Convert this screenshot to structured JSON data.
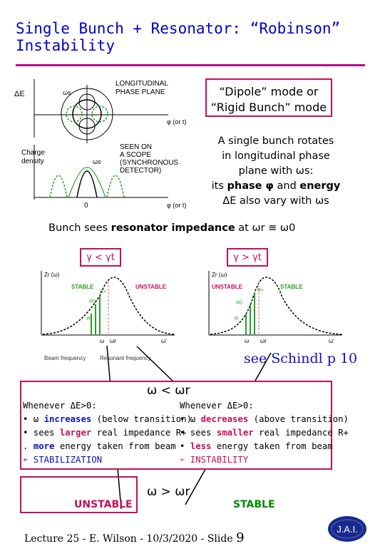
{
  "title": {
    "line1": "Single Bunch + Resonator: “Robinson”",
    "line2": "Instability"
  },
  "phase_figure": {
    "delta_e_label": "ΔE",
    "omega_s_label": "ωs",
    "phase_plane_label_1": "LONGITUDINAL",
    "phase_plane_label_2": "PHASE PLANE",
    "phi_axis_label": "φ (or t)",
    "charge_label_1": "Charge",
    "charge_label_2": "density",
    "scope_label_1": "SEEN ON",
    "scope_label_2": "A SCOPE",
    "scope_label_3": "(SYNCHRONOUS",
    "scope_label_4": "DETECTOR)",
    "phi_axis_label_2": "φ (or t)",
    "zero_label": "0"
  },
  "mode_box": {
    "line1": "“Dipole” mode or",
    "line2": "“Rigid Bunch” mode"
  },
  "rotation_text": {
    "line1": "A single bunch rotates",
    "line2": "in longitudinal phase",
    "line3": "plane with ωs:",
    "line4_a": "its ",
    "line4_b": "phase φ",
    "line4_c": " and ",
    "line4_d": "energy",
    "line5": "ΔE also vary with ωs"
  },
  "sees_line": {
    "a": "Bunch sees ",
    "b": "resonator impedance",
    "c": " at ωr ≡ ω0"
  },
  "gamma_left": "γ < γt",
  "gamma_right": "γ > γt",
  "impedance_left": {
    "zlabel": "Zr (ω)",
    "stable": "STABLE",
    "unstable": "UNSTABLE",
    "r_plus": "R+",
    "r0": "R0",
    "r_minus": "R-",
    "omega_label": "ω",
    "omega_r": "ωr",
    "omega_0": "ω'"
  },
  "impedance_right": {
    "zlabel": "Zr (ω)",
    "stable": "STABLE",
    "unstable": "UNSTABLE",
    "r_plus": "R+",
    "r0": "R0",
    "r_minus": "R-",
    "omega_label": "ω",
    "omega_r": "ωr",
    "omega_0": "ω'"
  },
  "freq_labels": {
    "beam": "Beam frequency",
    "resonant": "Resonant frequency"
  },
  "schindl": "see Schindl p 10",
  "omega_lt": "ω < ωr",
  "left_col": {
    "head": "Whenever ΔE>0:",
    "l1_a": "• ω ",
    "l1_b": "increases",
    "l1_c": " (below transition)",
    "l2_a": "• sees ",
    "l2_b": "larger",
    "l2_c": " real impedance R+",
    "l3_a": ". ",
    "l3_b": "more",
    "l3_c": " energy taken from beam",
    "l4": "➢ STABILIZATION"
  },
  "right_col": {
    "head": "Whenever ΔE>0:",
    "l1_a": "• ω ",
    "l1_b": "decreases",
    "l1_c": " (above transition)",
    "l2_a": "• sees ",
    "l2_b": "smaller",
    "l2_c": " real impedance R+",
    "l3_a": "• ",
    "l3_b": "less",
    "l3_c": " energy taken from beam",
    "l4": "➢ INSTABILITY"
  },
  "omega_gt": "ω > ωr",
  "unstable_label": "UNSTABLE",
  "stable_label": "STABLE",
  "footer": {
    "text": "Lecture 25 - E. Wilson - 10/3/2020 - Slide ",
    "num": "9"
  },
  "logo_text": "J.A.I.",
  "colors": {
    "title": "#0000c8",
    "accent": "#c4105a",
    "rule": "#b0108c",
    "green": "#008800",
    "blue_text": "#1010c0"
  }
}
